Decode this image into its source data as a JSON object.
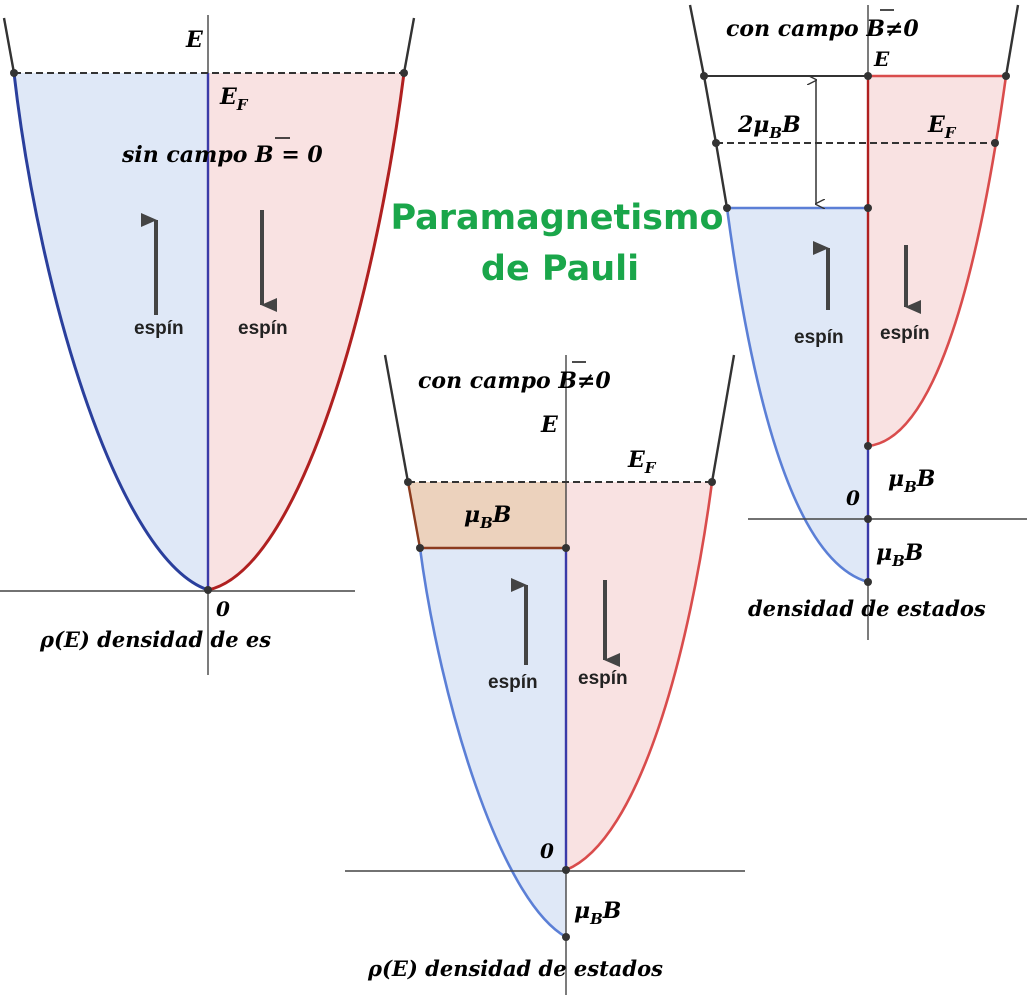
{
  "title": {
    "line1": "Paramagnetismo",
    "line2": "de Pauli",
    "color": "#1aa64a"
  },
  "colors": {
    "spin_up_fill": "#dfe8f7",
    "spin_up_line": "#5b7fd6",
    "spin_up_dark": "#2a3f9c",
    "spin_down_fill": "#f9e2e2",
    "spin_down_line": "#d94c4c",
    "spin_down_dark": "#b02020",
    "shift_fill": "#ecd2bd",
    "shift_line": "#8c3b1e",
    "axis_center": "#3a3aa8"
  },
  "panel1": {
    "energy_axis_label": "E",
    "fermi_label": "E_F",
    "field_label": "sin campo B = 0",
    "spin_up_label": "espín",
    "spin_down_label": "espín",
    "origin_label": "0",
    "x_axis_label": "ρ(E) densidad de es"
  },
  "panel2": {
    "field_label": "con campo B≠0",
    "energy_axis_label": "E",
    "fermi_label": "E_F",
    "shift_label": "μ_B B",
    "spin_up_label": "espín",
    "spin_down_label": "espín",
    "origin_label": "0",
    "bottom_shift_label": "μ_B B",
    "x_axis_label": "ρ(E) densidad de estados"
  },
  "panel3": {
    "field_label": "con campo B≠0",
    "energy_axis_label": "E",
    "splitting_label": "2μ_B B",
    "fermi_label": "E_F",
    "spin_up_label": "espín",
    "spin_down_label": "espín",
    "shift_label_upper": "μ_B B",
    "origin_label": "0",
    "shift_label_lower": "μ_B B",
    "x_axis_label": "densidad de estados"
  }
}
